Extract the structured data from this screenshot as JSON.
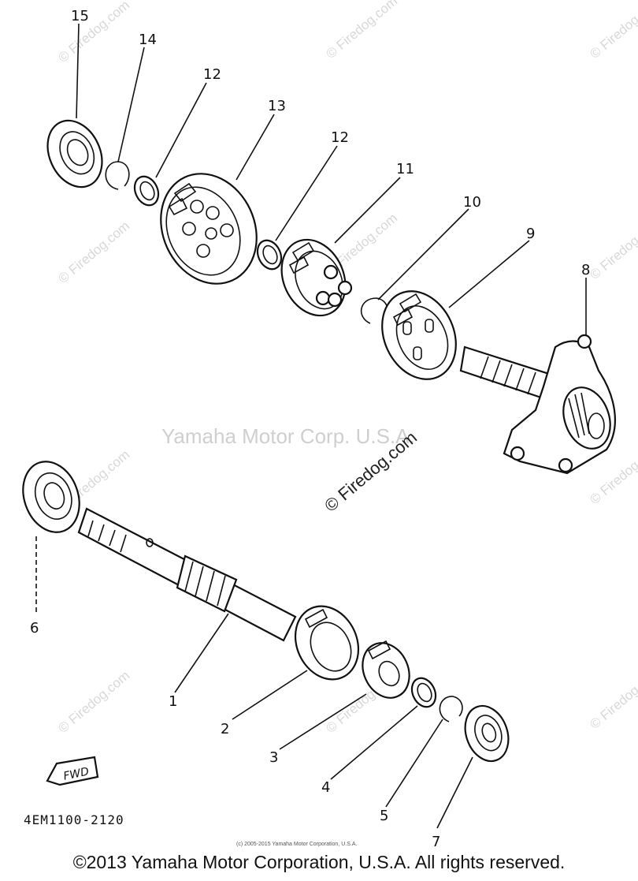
{
  "diagram": {
    "part_labels": [
      "15",
      "14",
      "12",
      "13",
      "12",
      "11",
      "10",
      "9",
      "8",
      "6",
      "1",
      "2",
      "3",
      "4",
      "5",
      "7"
    ],
    "fwd_label": "FWD",
    "part_code": "4EM1100-2120",
    "watermarks": {
      "firedog": "© Firedog.com",
      "yamaha": "Yamaha Motor Corp. U.S.A."
    },
    "small_copyright": "(c) 2005-2015 Yamaha Motor Corporation, U.S.A.",
    "footer_copyright": "©2013 Yamaha Motor Corporation, U.S.A. All rights reserved."
  }
}
